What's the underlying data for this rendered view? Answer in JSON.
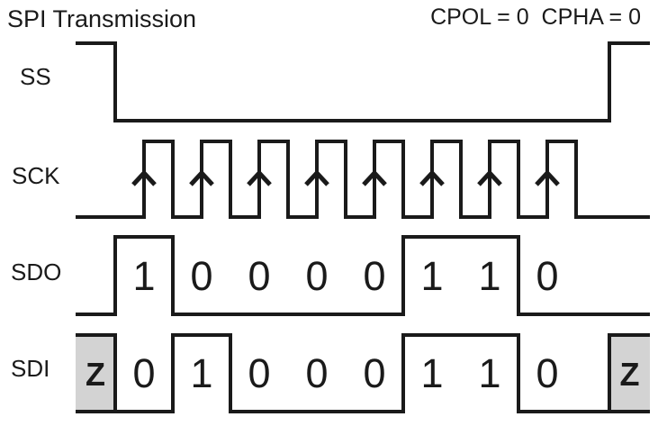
{
  "title": "SPI Transmission",
  "mode_label": "CPOL = 0  CPHA = 0",
  "colors": {
    "line": "#1a1a1a",
    "z_fill": "#d3d3d3",
    "background": "#ffffff"
  },
  "signals": [
    {
      "label": "SS",
      "type": "select"
    },
    {
      "label": "SCK",
      "type": "clock",
      "pulses": 8,
      "sample_edge": "rising"
    },
    {
      "label": "SDO",
      "type": "data",
      "bits": [
        "1",
        "0",
        "0",
        "0",
        "0",
        "1",
        "1",
        "0"
      ]
    },
    {
      "label": "SDI",
      "type": "data",
      "bits": [
        "0",
        "1",
        "0",
        "0",
        "0",
        "1",
        "1",
        "0"
      ],
      "tristate_labels": [
        "Z",
        "Z"
      ]
    }
  ]
}
